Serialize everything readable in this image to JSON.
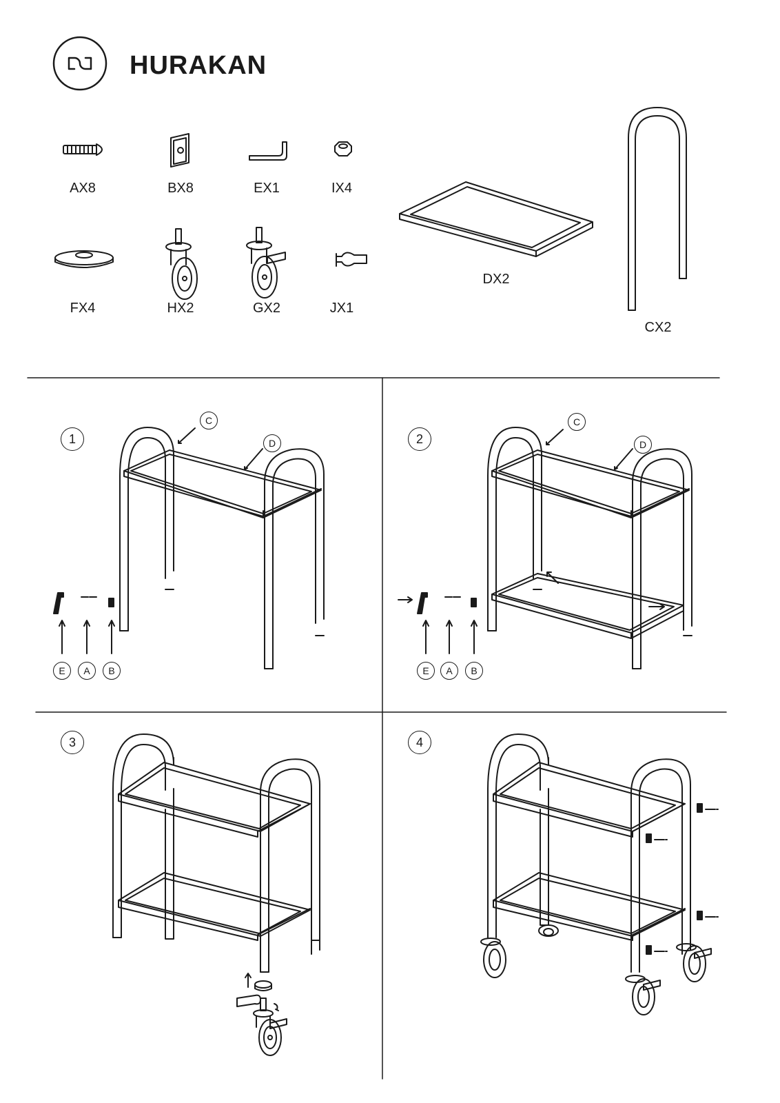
{
  "brand": {
    "name": "HURAKAN"
  },
  "parts": [
    {
      "id": "A",
      "label": "AX8",
      "icon": "screw-icon"
    },
    {
      "id": "B",
      "label": "BX8",
      "icon": "bracket-plate-icon"
    },
    {
      "id": "E",
      "label": "EX1",
      "icon": "hex-key-icon"
    },
    {
      "id": "I",
      "label": "IX4",
      "icon": "hex-nut-icon"
    },
    {
      "id": "F",
      "label": "FX4",
      "icon": "foot-cap-icon"
    },
    {
      "id": "H",
      "label": "HX2",
      "icon": "caster-wheel-icon"
    },
    {
      "id": "G",
      "label": "GX2",
      "icon": "braked-caster-icon"
    },
    {
      "id": "J",
      "label": "JX1",
      "icon": "wrench-icon"
    },
    {
      "id": "D",
      "label": "DX2",
      "icon": "shelf-icon"
    },
    {
      "id": "C",
      "label": "CX2",
      "icon": "frame-tube-icon"
    }
  ],
  "steps": [
    {
      "number": "1",
      "callouts": [
        "C",
        "D"
      ],
      "tools": [
        "E",
        "A",
        "B"
      ]
    },
    {
      "number": "2",
      "callouts": [
        "C",
        "D"
      ],
      "tools": [
        "E",
        "A",
        "B"
      ]
    },
    {
      "number": "3"
    },
    {
      "number": "4"
    }
  ]
}
